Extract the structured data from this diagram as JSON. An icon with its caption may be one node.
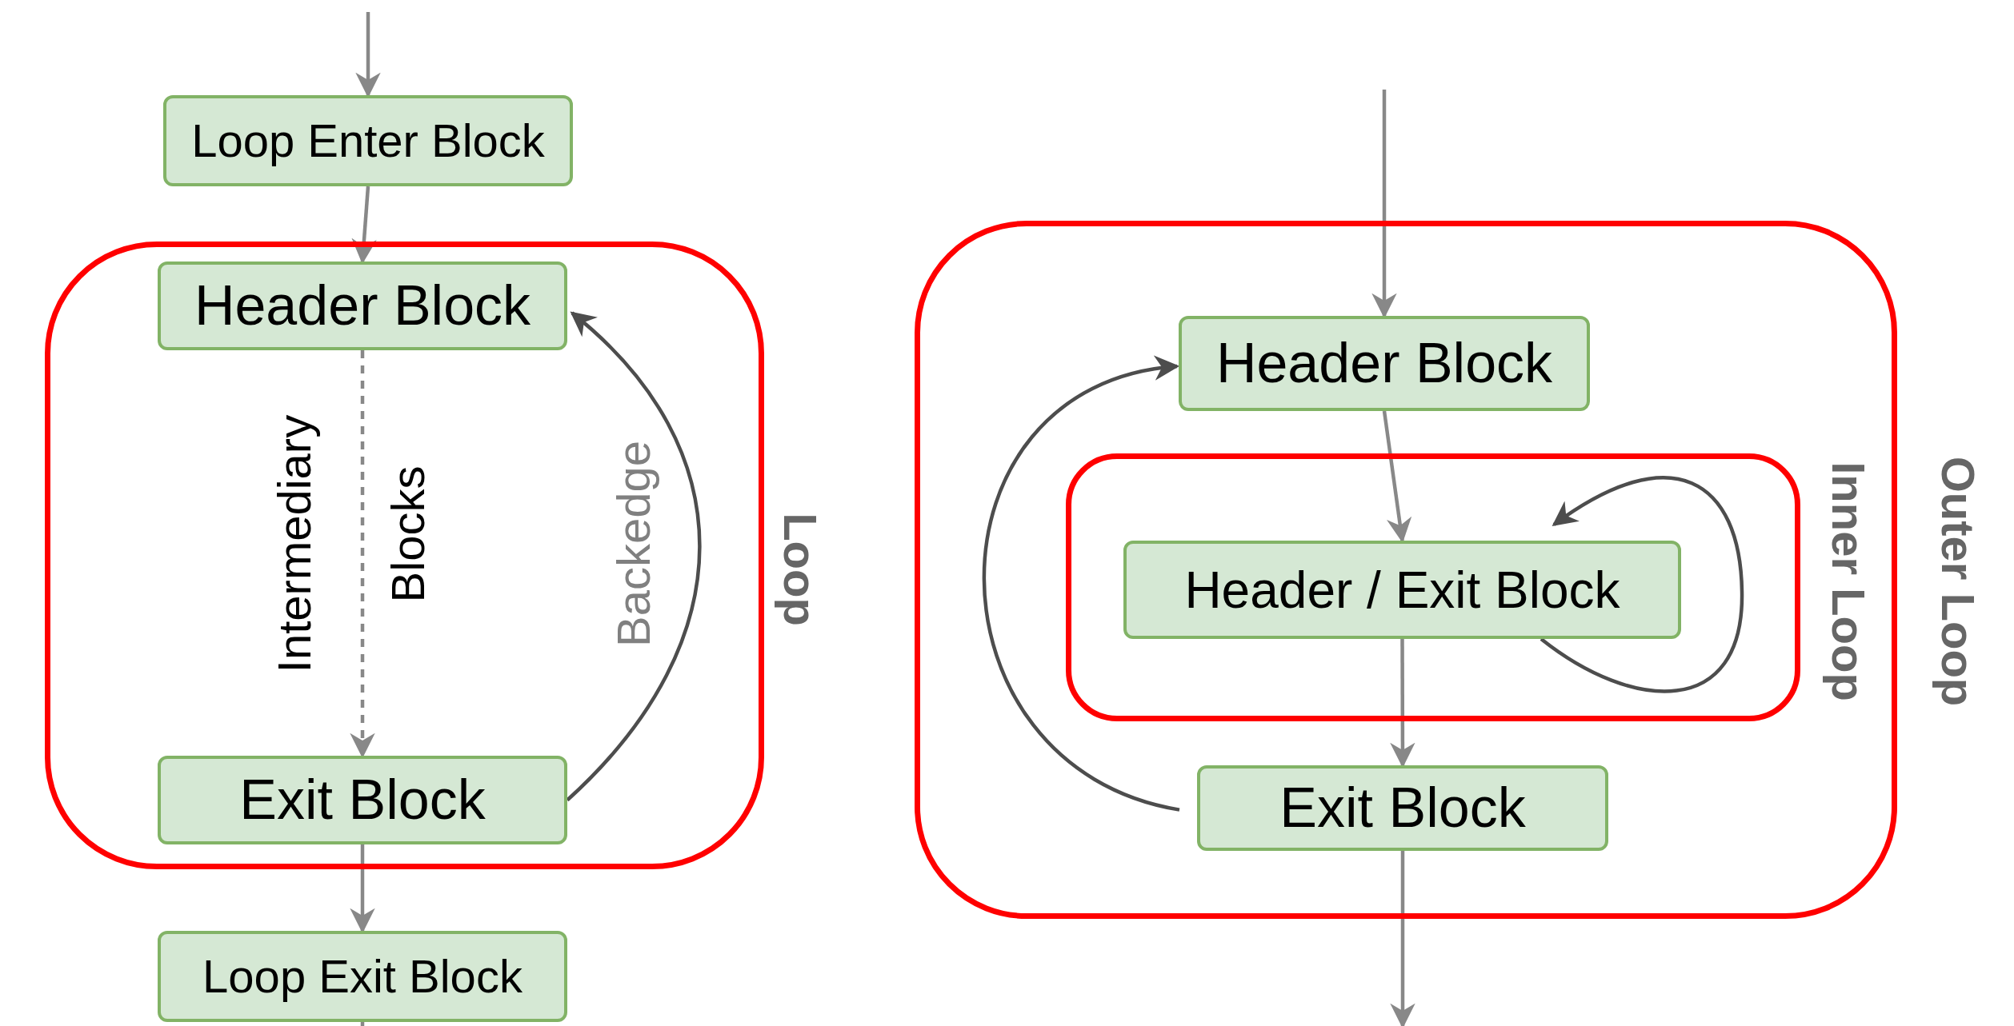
{
  "diagram": {
    "nodes": [
      {
        "text": [
          "Loop Enter Block"
        ]
      },
      {
        "text": [
          "Loop"
        ]
      },
      {
        "text": [
          "Header Block"
        ],
        "in": 1
      },
      {
        "text": [
          "Exit Block"
        ],
        "in": 1
      },
      {
        "text": [
          "Loop Exit Block"
        ]
      },
      {
        "text": [
          "Outer Loop"
        ]
      },
      {
        "text": [
          "Header Block"
        ],
        "in": 5
      },
      {
        "text": [
          "Inner Loop"
        ],
        "in": 5
      },
      {
        "text": [
          "Header / Exit Block"
        ],
        "in": 7
      },
      {
        "text": [
          "Exit Block"
        ],
        "in": 5
      }
    ],
    "edges": [
      {
        "from": null,
        "to": 0,
        "arrow": "to"
      },
      {
        "from": 0,
        "to": 2,
        "arrow": "to"
      },
      {
        "from": 2,
        "to": 3,
        "arrow": "to",
        "style": "dashed"
      },
      {
        "from": 3,
        "to": 2,
        "arrow": "to",
        "label": "Backedge",
        "color": "#4d4d4d"
      },
      {
        "from": 3,
        "to": 4,
        "arrow": "to"
      },
      {
        "from": 4,
        "to": null,
        "arrow": "none"
      },
      {
        "from": null,
        "to": 6,
        "arrow": "to"
      },
      {
        "from": 6,
        "to": 8,
        "arrow": "to"
      },
      {
        "from": 8,
        "to": 8,
        "arrow": "to",
        "color": "#4d4d4d"
      },
      {
        "from": 8,
        "to": 9,
        "arrow": "to"
      },
      {
        "from": 9,
        "to": 6,
        "arrow": "to",
        "color": "#4d4d4d"
      },
      {
        "from": 9,
        "to": null,
        "arrow": "to"
      }
    ],
    "labels": [
      "Intermediary",
      "Blocks"
    ]
  }
}
